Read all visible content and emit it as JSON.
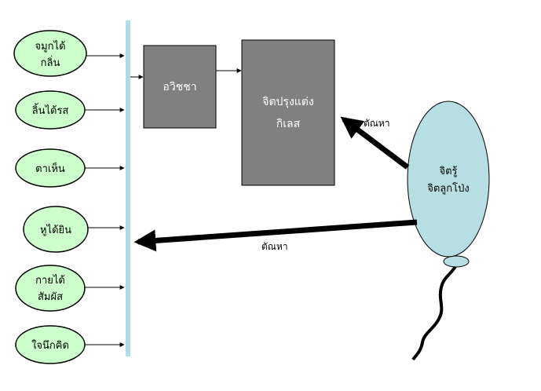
{
  "senses": [
    {
      "line1": "จมูกได้",
      "line2": "กลิ่น"
    },
    {
      "line1": "ลิ้นได้รส",
      "line2": ""
    },
    {
      "line1": "ตาเห็น",
      "line2": ""
    },
    {
      "line1": "หูได้ยิน",
      "line2": ""
    },
    {
      "line1": "กายได้",
      "line2": "สัมผัส"
    },
    {
      "line1": "ใจนึกคิด",
      "line2": ""
    }
  ],
  "avijja_box": {
    "label": "อวิชชา"
  },
  "mind_box": {
    "line1": "จิตปรุงแต่ง",
    "line2": "กิเลส"
  },
  "balloon": {
    "line1": "จิตรู้",
    "line2": "จิตลูกโป่ง"
  },
  "craving_label_upper": "ตัณหา",
  "craving_label_lower": "ตัณหา",
  "colors": {
    "sense_fill": "#ccffcc",
    "sense_stroke": "#000000",
    "bar": "#b0dbe3",
    "box_fill": "#808080",
    "balloon_fill": "#b7dfe3",
    "arrow": "#000000"
  }
}
